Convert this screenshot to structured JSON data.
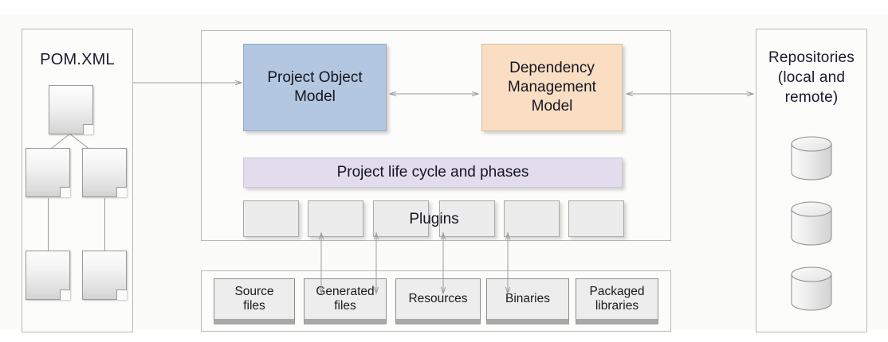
{
  "diagram": {
    "title": "Maven architecture overview",
    "background": "#fbfbf9",
    "line_color": "#9d9d9d"
  },
  "pom_panel": {
    "title": "POM.XML",
    "documents": [
      {
        "name": "root-pom-document"
      },
      {
        "name": "child-pom-document-left"
      },
      {
        "name": "child-pom-document-right"
      },
      {
        "name": "leaf-pom-document-left"
      },
      {
        "name": "leaf-pom-document-right"
      }
    ]
  },
  "core_panel": {
    "project_object_model": {
      "label": "Project Object\nModel",
      "color": "#b4c7e0"
    },
    "dependency_management_model": {
      "label": "Dependency\nManagement\nModel",
      "color": "#fadec3"
    },
    "lifecycle": {
      "label": "Project life cycle and phases",
      "color": "#e2dcec"
    },
    "plugins": {
      "label": "Plugins",
      "slot_count": 6,
      "slot_color": "#ececec"
    }
  },
  "artifacts_panel": {
    "items": [
      {
        "label": "Source\nfiles"
      },
      {
        "label": "Generated\nfiles"
      },
      {
        "label": "Resources"
      },
      {
        "label": "Binaries"
      },
      {
        "label": "Packaged\nlibraries"
      }
    ]
  },
  "repositories_panel": {
    "title": "Repositories\n(local and\nremote)",
    "cylinders": [
      {
        "name": "repository-cylinder-1"
      },
      {
        "name": "repository-cylinder-2"
      },
      {
        "name": "repository-cylinder-3"
      }
    ]
  },
  "connections": [
    {
      "name": "pom-to-project-object-model",
      "direction": "right"
    },
    {
      "name": "project-object-model-to-dependency-management",
      "direction": "both"
    },
    {
      "name": "dependency-management-to-repositories",
      "direction": "both"
    },
    {
      "name": "plugins-to-generated-files",
      "direction": "both"
    },
    {
      "name": "plugins-to-resources",
      "direction": "both"
    },
    {
      "name": "plugins-to-binaries",
      "direction": "both"
    },
    {
      "name": "plugins-to-packaged-libraries",
      "direction": "both"
    }
  ]
}
